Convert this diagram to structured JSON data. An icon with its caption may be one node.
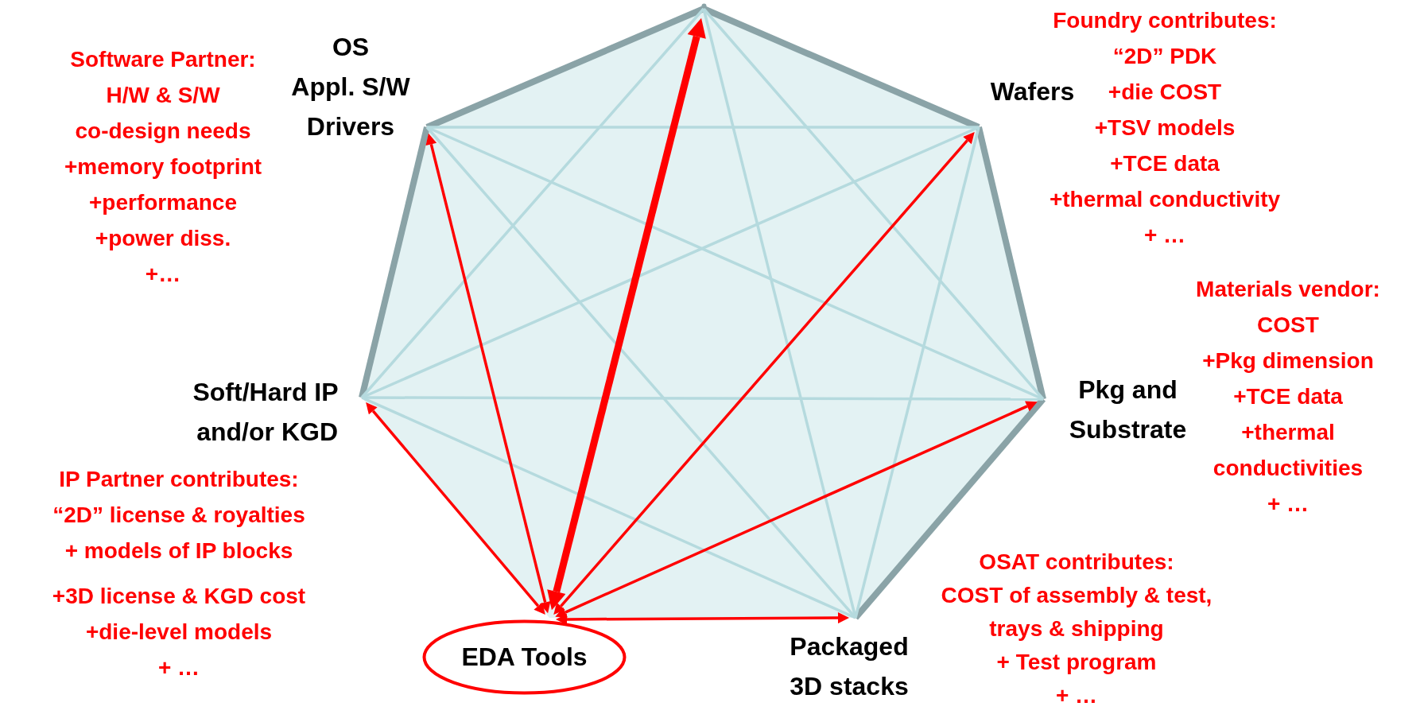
{
  "diagram": {
    "nodes": [
      {
        "text": [],
        "shape": "circle"
      },
      {
        "text": [
          "OS",
          "Appl. S/W",
          "Drivers"
        ],
        "beside": [
          "Software Partner:",
          "H/W & S/W co-design needs",
          "+memory footprint",
          "+performance",
          "+power diss.",
          "+…"
        ]
      },
      {
        "text": [
          "Wafers"
        ],
        "beside": [
          "Foundry contributes:",
          "“2D” PDK",
          "+die COST",
          "+TSV models",
          "+TCE data",
          "+thermal conductivity",
          "+ …"
        ]
      },
      {
        "text": [
          "Soft/Hard IP and/or KGD"
        ],
        "beside": [
          "IP Partner contributes:",
          "“2D” license & royalties",
          "+ models of IP blocks",
          "+3D license & KGD cost",
          "+die-level models",
          "+ …"
        ]
      },
      {
        "text": [
          "Pkg and Substrate"
        ],
        "beside": [
          "Materials vendor:",
          "COST",
          "+Pkg dimension",
          "+TCE data",
          "+thermal conductivities",
          "+ …"
        ]
      },
      {
        "text": [
          "EDA Tools"
        ]
      },
      {
        "text": [
          "Packaged 3D stacks"
        ],
        "beside": [
          "OSAT contributes:",
          "COST of assembly & test,",
          "trays & shipping",
          "+ Test program",
          "+ …"
        ]
      }
    ],
    "edges": [
      {
        "from": 0,
        "to": 2,
        "arrow": "none",
        "style": "thick",
        "color": "#8aa3a7"
      },
      {
        "from": 2,
        "to": 4,
        "arrow": "none",
        "style": "thick",
        "color": "#8aa3a7"
      },
      {
        "from": 4,
        "to": 6,
        "arrow": "none",
        "style": "thick",
        "color": "#8aa3a7"
      },
      {
        "from": 3,
        "to": 1,
        "arrow": "none",
        "style": "thick",
        "color": "#8aa3a7"
      },
      {
        "from": 1,
        "to": 0,
        "arrow": "none",
        "style": "thick",
        "color": "#8aa3a7"
      },
      {
        "from": 0,
        "to": 3,
        "arrow": "none"
      },
      {
        "from": 0,
        "to": 4,
        "arrow": "none"
      },
      {
        "from": 0,
        "to": 6,
        "arrow": "none"
      },
      {
        "from": 1,
        "to": 2,
        "arrow": "none"
      },
      {
        "from": 1,
        "to": 4,
        "arrow": "none"
      },
      {
        "from": 1,
        "to": 6,
        "arrow": "none"
      },
      {
        "from": 2,
        "to": 3,
        "arrow": "none"
      },
      {
        "from": 2,
        "to": 6,
        "arrow": "none"
      },
      {
        "from": 3,
        "to": 4,
        "arrow": "none"
      },
      {
        "from": 3,
        "to": 6,
        "arrow": "none"
      },
      {
        "from": 5,
        "to": 0,
        "arrow": "both",
        "style": "thick",
        "color": "#ff0000"
      },
      {
        "from": 5,
        "to": 1,
        "arrow": "both",
        "color": "#ff0000"
      },
      {
        "from": 5,
        "to": 2,
        "arrow": "both",
        "color": "#ff0000"
      },
      {
        "from": 5,
        "to": 3,
        "arrow": "both",
        "color": "#ff0000"
      },
      {
        "from": 5,
        "to": 4,
        "arrow": "both",
        "color": "#ff0000"
      },
      {
        "from": 5,
        "to": 6,
        "arrow": "both",
        "color": "#ff0000"
      }
    ]
  }
}
